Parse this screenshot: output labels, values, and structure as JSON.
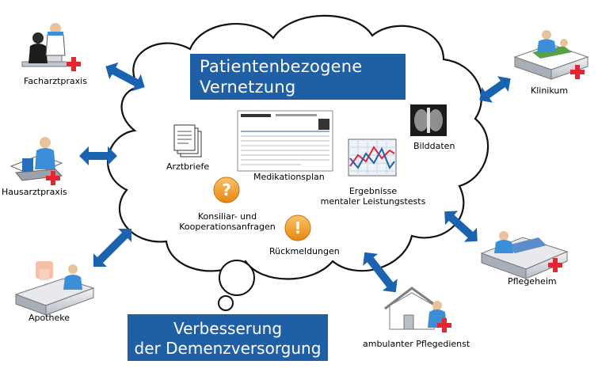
{
  "title_top": {
    "line1": "Patientenbezogene",
    "line2": "Vernetzung"
  },
  "title_bottom": {
    "line1": "Verbesserung",
    "line2": "der Demenzversorgung"
  },
  "participants": {
    "facharztpraxis": "Facharztpraxis",
    "hausarztpraxis": "Hausarztpraxis",
    "apotheke": "Apotheke",
    "klinikum": "Klinikum",
    "pflegeheim": "Pflegeheim",
    "ambulanter_pflegedienst": "ambulanter  Pflegedienst"
  },
  "cloud_items": {
    "arztbriefe": "Arztbriefe",
    "medikationsplan": "Medikationsplan",
    "bilddaten": "Bilddaten",
    "ergebnisse_line1": "Ergebnisse",
    "ergebnisse_line2": "mentaler Leistungstests",
    "konsiliar_line1": "Konsiliar- und",
    "konsiliar_line2": "Kooperationsanfragen",
    "rueckmeldungen": "Rückmeldungen"
  },
  "icons": {
    "question": "?",
    "exclamation": "!"
  },
  "colors": {
    "blue": "#1f5fa6",
    "arrow": "#1a63b0",
    "red_cross": "#e3262f",
    "orange": "#f39a1e"
  }
}
